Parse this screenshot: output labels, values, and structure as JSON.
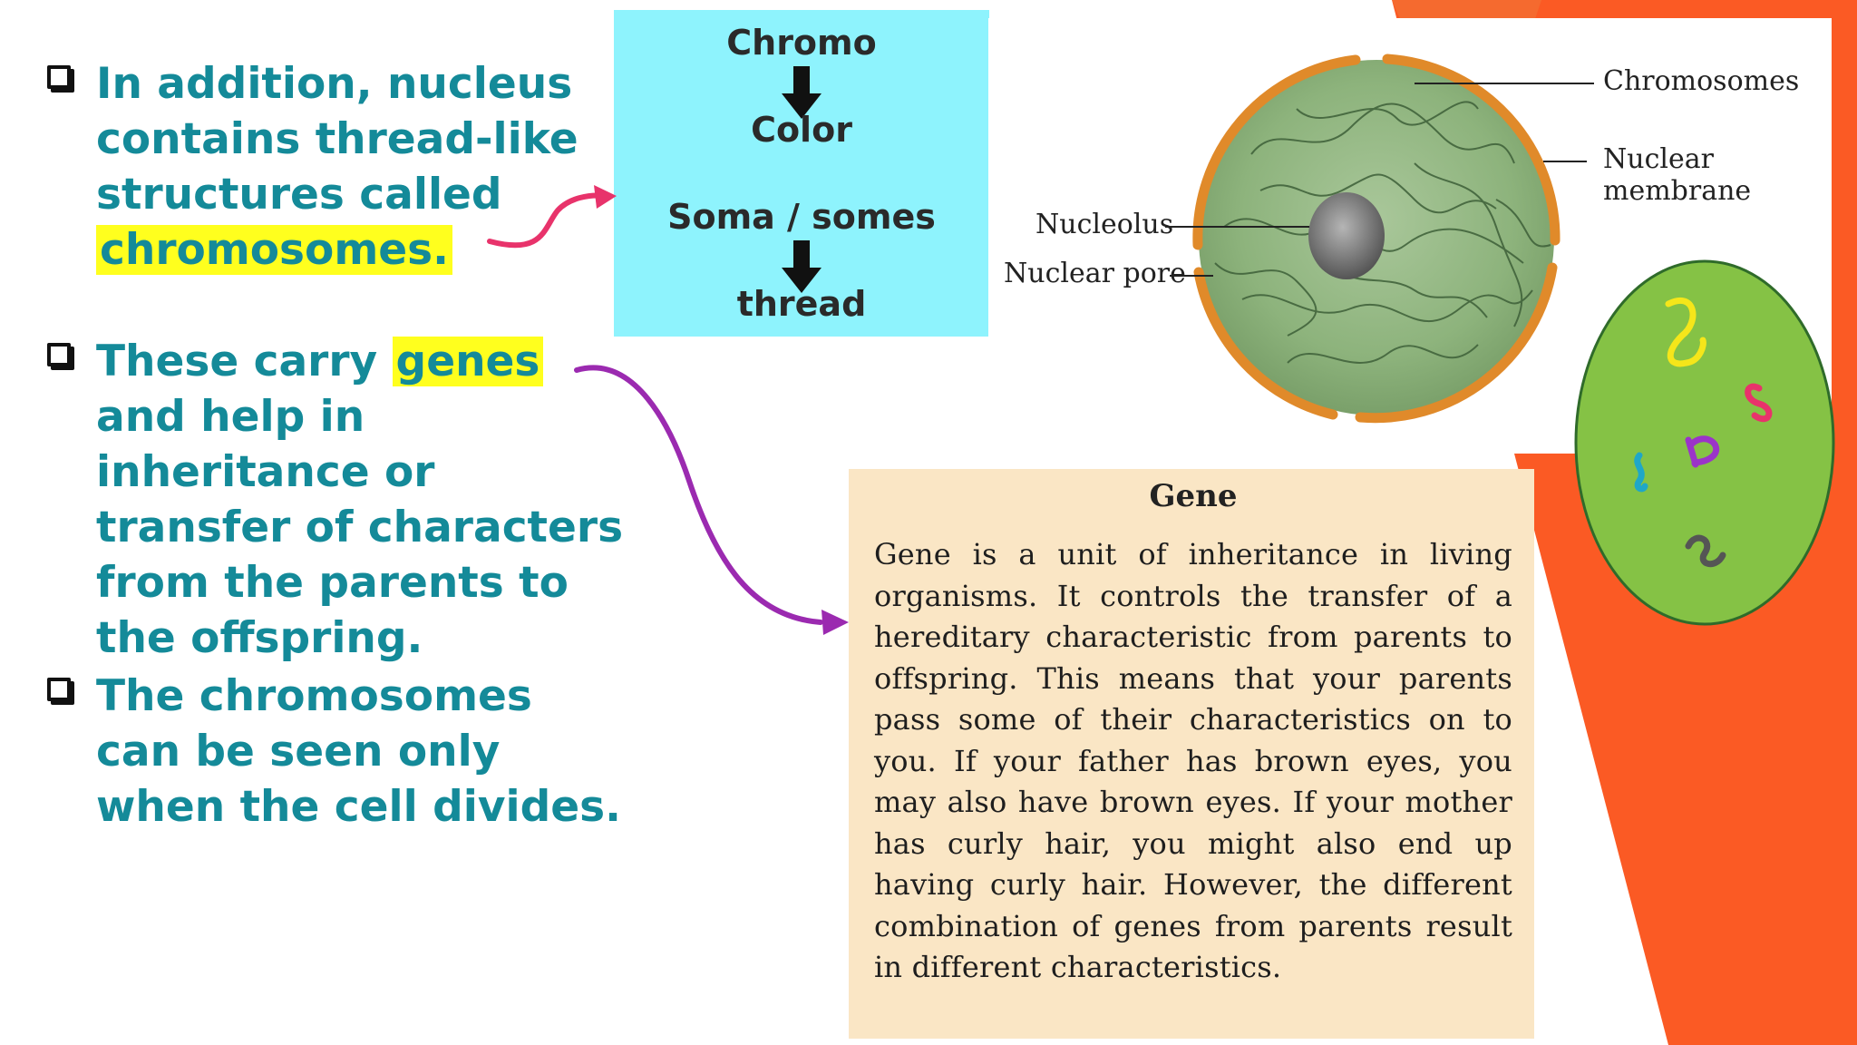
{
  "bullets": [
    {
      "pre": "In addition, nucleus contains thread-like structures called ",
      "highlight": "chromosomes.",
      "post": ""
    },
    {
      "pre": "These carry ",
      "highlight": "genes",
      "post": " and help in inheritance or transfer of characters from the parents to the offspring."
    },
    {
      "pre": "The chromosomes can be seen only when the cell divides.",
      "highlight": "",
      "post": ""
    }
  ],
  "etymology": {
    "word1": "Chromo",
    "word2": "Color",
    "word3": "Soma / somes",
    "word4": "thread"
  },
  "diagram": {
    "labels": {
      "chromosomes": "Chromosomes",
      "nuclear_membrane": "Nuclear membrane",
      "nucleolus": "Nucleolus",
      "nuclear_pore": "Nuclear pore"
    }
  },
  "gene_card": {
    "title": "Gene",
    "body": "Gene is a unit of inheritance in living organisms. It controls the transfer of a hereditary characteristic from parents to offspring. This means that your parents pass some of their characteristics on to you. If your father has brown eyes, you may also have brown eyes. If your mother has curly hair, you might also end up having curly hair. However, the different combination of genes from parents result in different characteristics."
  },
  "colors": {
    "bullet_text": "#148a99",
    "highlight": "#ffff1e",
    "etym_bg": "#8ef3fd",
    "gene_bg": "#fae6c5",
    "orange_accent": "#fb5a24",
    "blob_green": "#85c245"
  }
}
